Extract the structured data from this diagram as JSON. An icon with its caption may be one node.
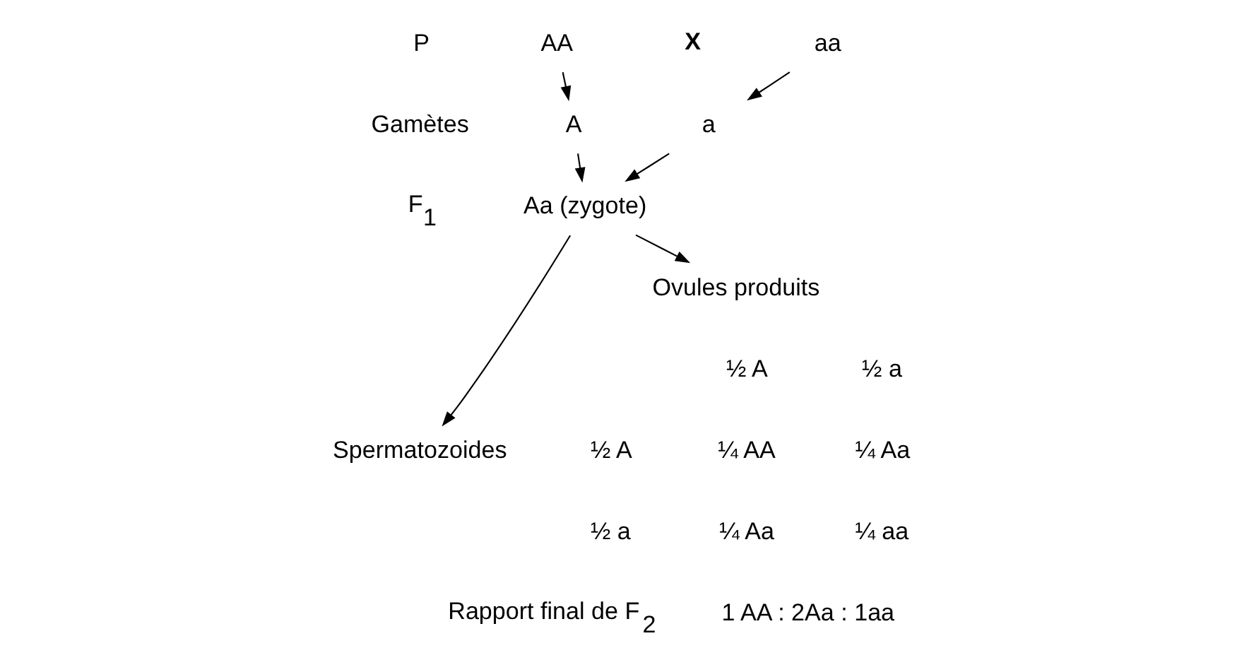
{
  "diagram": {
    "nodes": [
      {
        "text": [
          "AA"
        ]
      },
      {
        "text": [
          "aa"
        ]
      },
      {
        "text": [
          "A"
        ]
      },
      {
        "text": [
          "a"
        ]
      },
      {
        "text": [
          "Aa (zygote)"
        ]
      },
      {
        "text": [
          "Spermatozoides"
        ]
      },
      {
        "text": [
          "Ovules produits"
        ]
      }
    ],
    "edges": [
      {
        "from": 0,
        "to": 2,
        "arrow": "to"
      },
      {
        "from": 1,
        "to": 3,
        "arrow": "to"
      },
      {
        "from": 2,
        "to": 4,
        "arrow": "to"
      },
      {
        "from": 3,
        "to": 4,
        "arrow": "to"
      },
      {
        "from": 4,
        "to": 5,
        "arrow": "to"
      },
      {
        "from": 4,
        "to": 6,
        "arrow": "to"
      }
    ],
    "labels": [
      "P",
      "X",
      "Gamètes",
      "F$_{1}$",
      "½ A",
      "½ a",
      "½ A",
      "¼ AA",
      "¼ Aa",
      "½ a",
      "¼ Aa",
      "¼ aa",
      "Rapport final de F$_{2}$",
      "1 AA : 2Aa : 1aa"
    ]
  }
}
